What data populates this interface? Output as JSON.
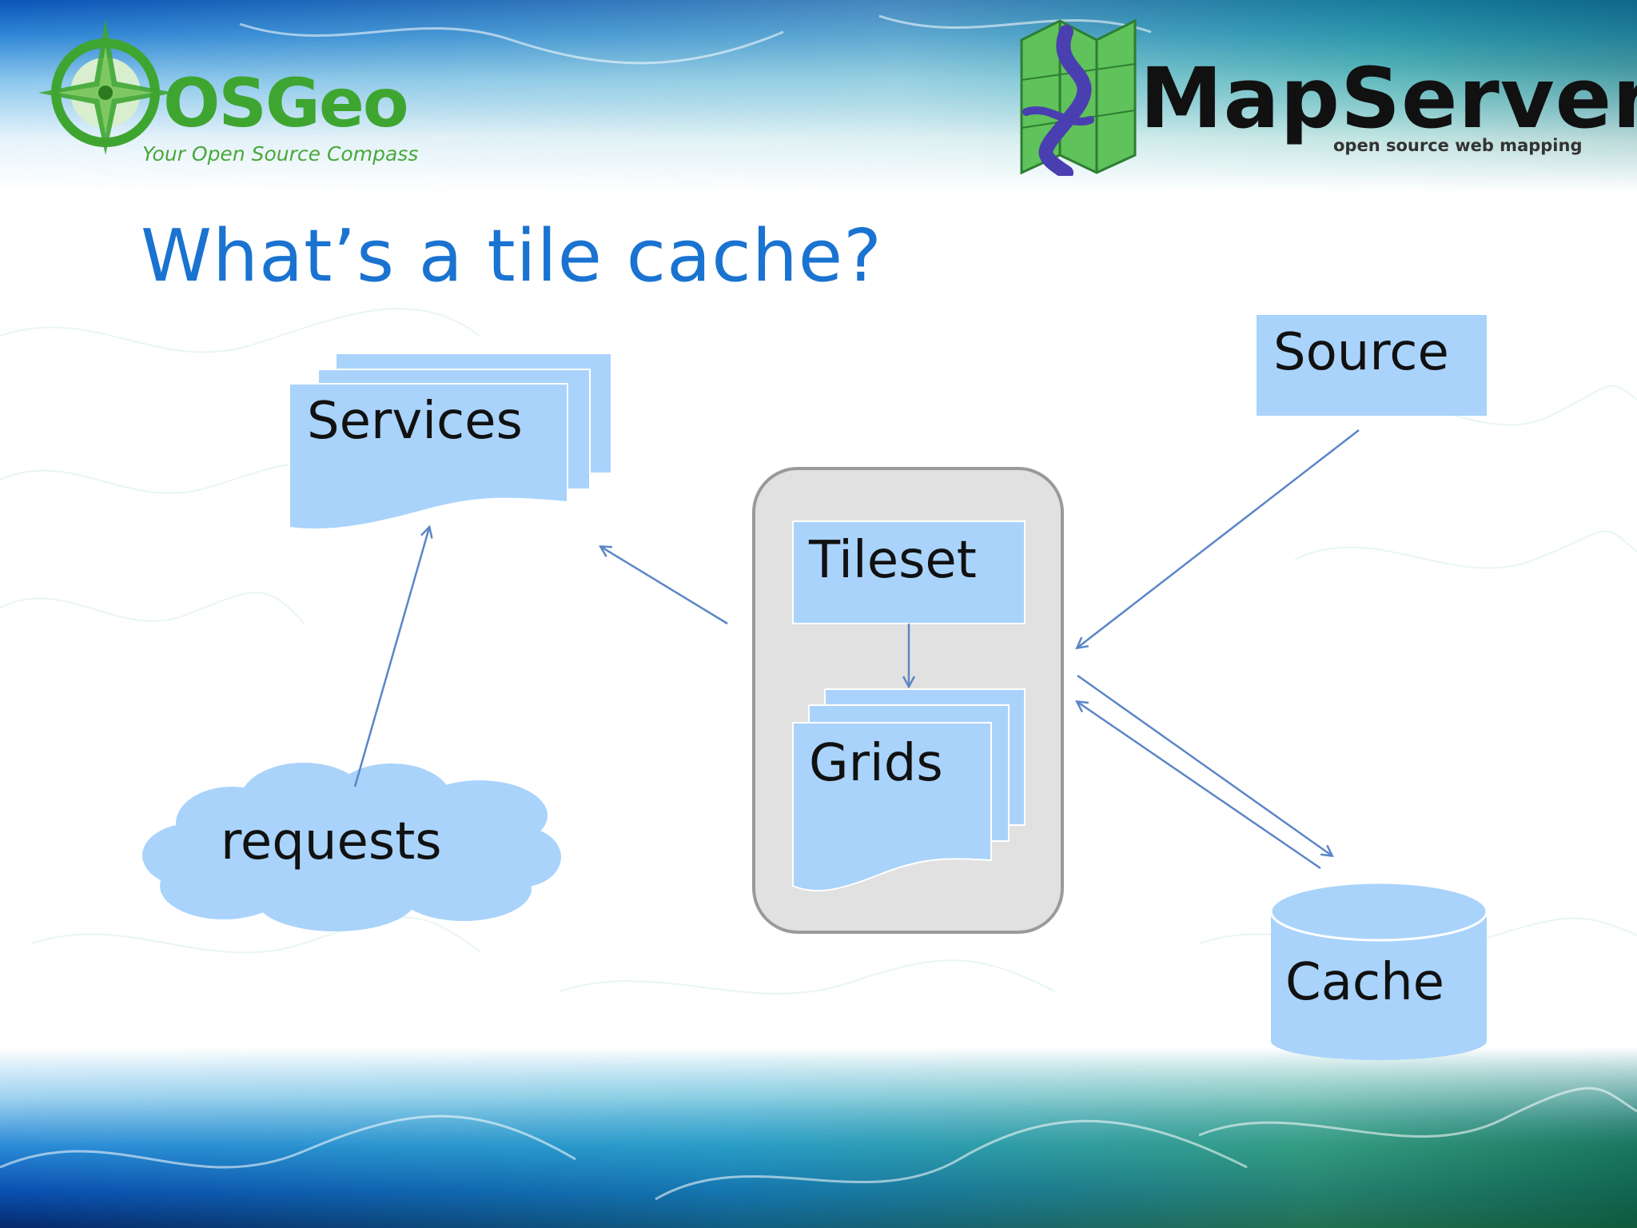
{
  "logos": {
    "osgeo": {
      "name": "OSGeo",
      "tagline": "Your Open Source Compass"
    },
    "mapserver": {
      "name": "MapServer",
      "tagline": "open source web mapping"
    }
  },
  "slide": {
    "title": "What’s a tile cache?"
  },
  "diagram": {
    "services": "Services",
    "source": "Source",
    "tileset": "Tileset",
    "grids": "Grids",
    "requests": "requests",
    "cache": "Cache"
  },
  "colors": {
    "title": "#1a73d0",
    "shape_fill": "#a9d3fb",
    "container_fill": "#e1e1e1",
    "container_stroke": "#9a9a9a",
    "arrow": "#5b86c6",
    "osgeo_green": "#3fa531"
  }
}
